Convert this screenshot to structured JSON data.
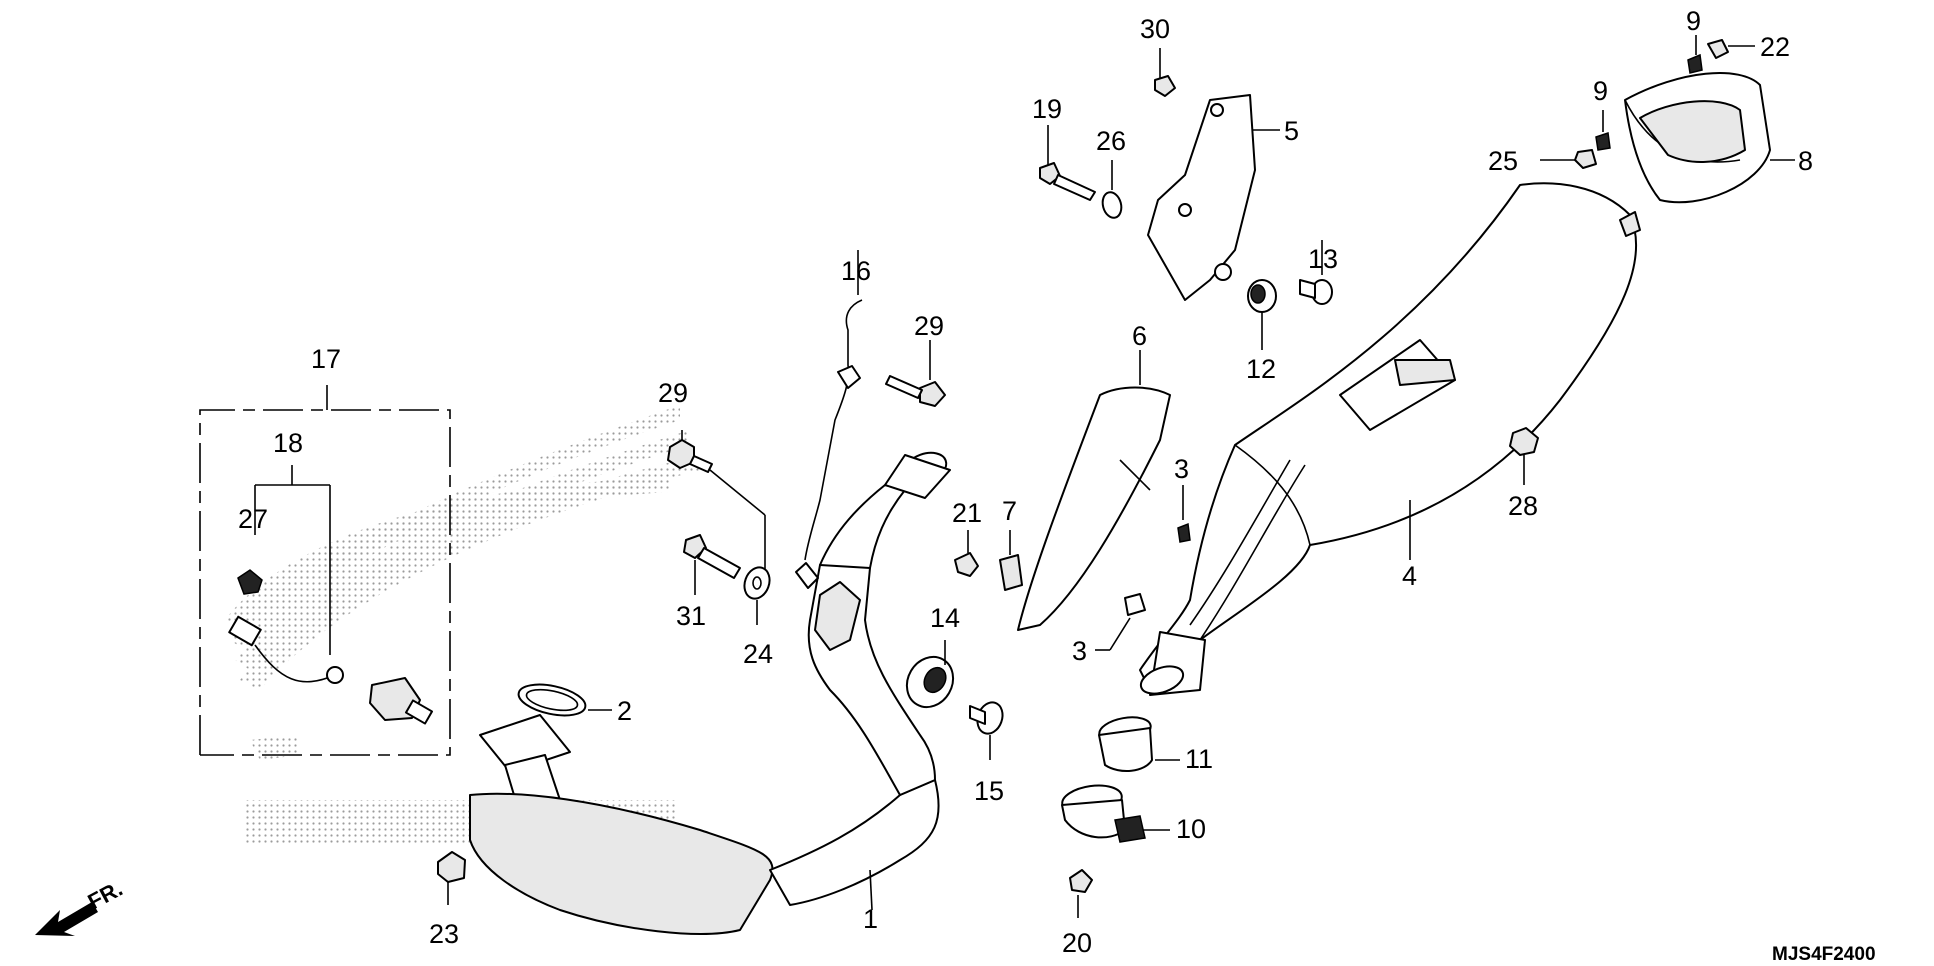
{
  "diagram": {
    "code": "MJS4F2400",
    "direction": "FR.",
    "callouts": {
      "p1": "1",
      "p2": "2",
      "p3a": "3",
      "p3b": "3",
      "p4": "4",
      "p5": "5",
      "p6": "6",
      "p7": "7",
      "p8": "8",
      "p9a": "9",
      "p9b": "9",
      "p10": "10",
      "p11": "11",
      "p12": "12",
      "p13": "13",
      "p14": "14",
      "p15": "15",
      "p16": "16",
      "p17": "17",
      "p18": "18",
      "p19": "19",
      "p20": "20",
      "p21": "21",
      "p22": "22",
      "p23": "23",
      "p24": "24",
      "p25": "25",
      "p26": "26",
      "p27": "27",
      "p28": "28",
      "p29a": "29",
      "p29b": "29",
      "p30": "30",
      "p31": "31"
    }
  }
}
